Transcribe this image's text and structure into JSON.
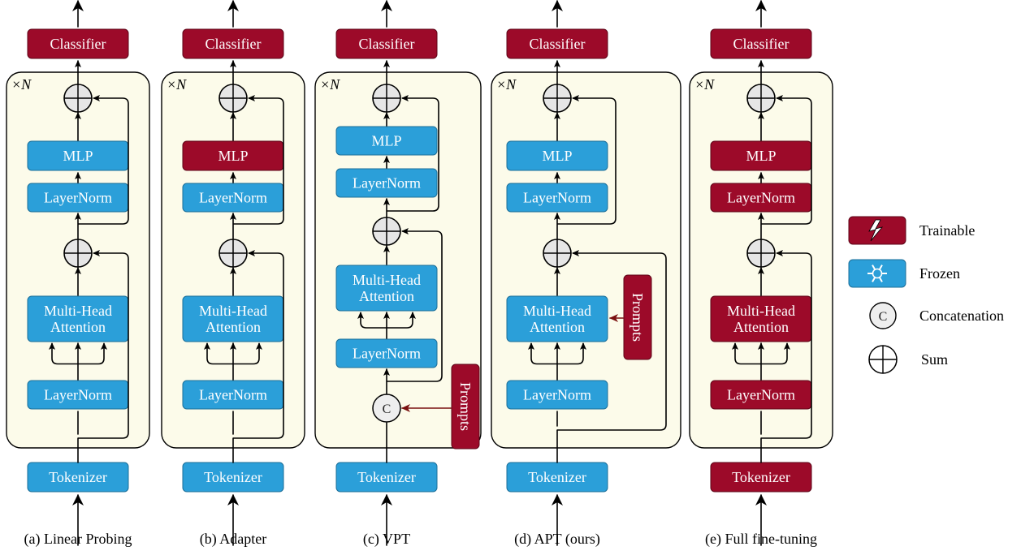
{
  "colors": {
    "trainable": "#9c0a29",
    "frozen": "#2b9fd9",
    "panel_bg": "#fcfbea",
    "line": "#000000",
    "prompt_arrow": "#7a1010",
    "sum_fill": "#e6e6e6",
    "concat_fill": "#eeeeee"
  },
  "labels": {
    "classifier": "Classifier",
    "mlp": "MLP",
    "layernorm": "LayerNorm",
    "mha_line1": "Multi-Head",
    "mha_line2": "Attention",
    "tokenizer": "Tokenizer",
    "prompts": "Prompts",
    "repeat": "×N",
    "concat_symbol": "C"
  },
  "panels": [
    {
      "caption": "(a) Linear Probing",
      "variant": "standard",
      "state": {
        "classifier": "trainable",
        "mlp": "frozen",
        "ln2": "frozen",
        "mha": "frozen",
        "ln1": "frozen",
        "tokenizer": "frozen"
      }
    },
    {
      "caption": "(b) Adapter",
      "variant": "standard",
      "state": {
        "classifier": "trainable",
        "mlp": "trainable",
        "ln2": "frozen",
        "mha": "frozen",
        "ln1": "frozen",
        "tokenizer": "frozen"
      }
    },
    {
      "caption": "(c) VPT",
      "variant": "vpt",
      "state": {
        "classifier": "trainable",
        "mlp": "frozen",
        "ln2": "frozen",
        "mha": "frozen",
        "ln1": "frozen",
        "tokenizer": "frozen",
        "prompts": "trainable"
      }
    },
    {
      "caption": "(d) APT (ours)",
      "variant": "apt",
      "state": {
        "classifier": "trainable",
        "mlp": "frozen",
        "ln2": "frozen",
        "mha": "frozen",
        "ln1": "frozen",
        "tokenizer": "frozen",
        "prompts": "trainable"
      }
    },
    {
      "caption": "(e) Full fine-tuning",
      "variant": "standard",
      "state": {
        "classifier": "trainable",
        "mlp": "trainable",
        "ln2": "trainable",
        "mha": "trainable",
        "ln1": "trainable",
        "tokenizer": "trainable"
      }
    }
  ],
  "legend": [
    {
      "label": "Trainable",
      "icon": "lightning-icon"
    },
    {
      "label": "Frozen",
      "icon": "snowflake-icon"
    },
    {
      "label": "Concatenation",
      "icon": "concat-icon"
    },
    {
      "label": "Sum",
      "icon": "sum-icon"
    }
  ]
}
